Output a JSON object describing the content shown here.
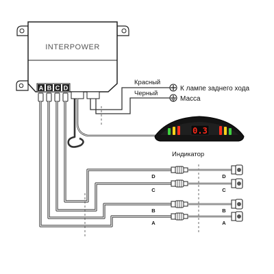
{
  "control_unit": {
    "brand": "INTERPOWER",
    "ports": [
      "A",
      "B",
      "C",
      "D"
    ]
  },
  "power": {
    "red_wire_label": "Красный",
    "black_wire_label": "Черный",
    "reverse_lamp_label": "К лампе заднего хода",
    "ground_label": "Масса"
  },
  "indicator": {
    "label": "Индикатор",
    "display_value": "0.3",
    "led_colors_left": [
      "#3fd13f",
      "#ffd21a",
      "#ff3020"
    ],
    "led_colors_right": [
      "#ff3020",
      "#ffd21a",
      "#3fd13f"
    ]
  },
  "sensors": [
    {
      "id": "D",
      "left_label": "D",
      "right_label": "D"
    },
    {
      "id": "C",
      "left_label": "C",
      "right_label": "C"
    },
    {
      "id": "B",
      "left_label": "B",
      "right_label": "B"
    },
    {
      "id": "A",
      "left_label": "A",
      "right_label": "A"
    }
  ]
}
